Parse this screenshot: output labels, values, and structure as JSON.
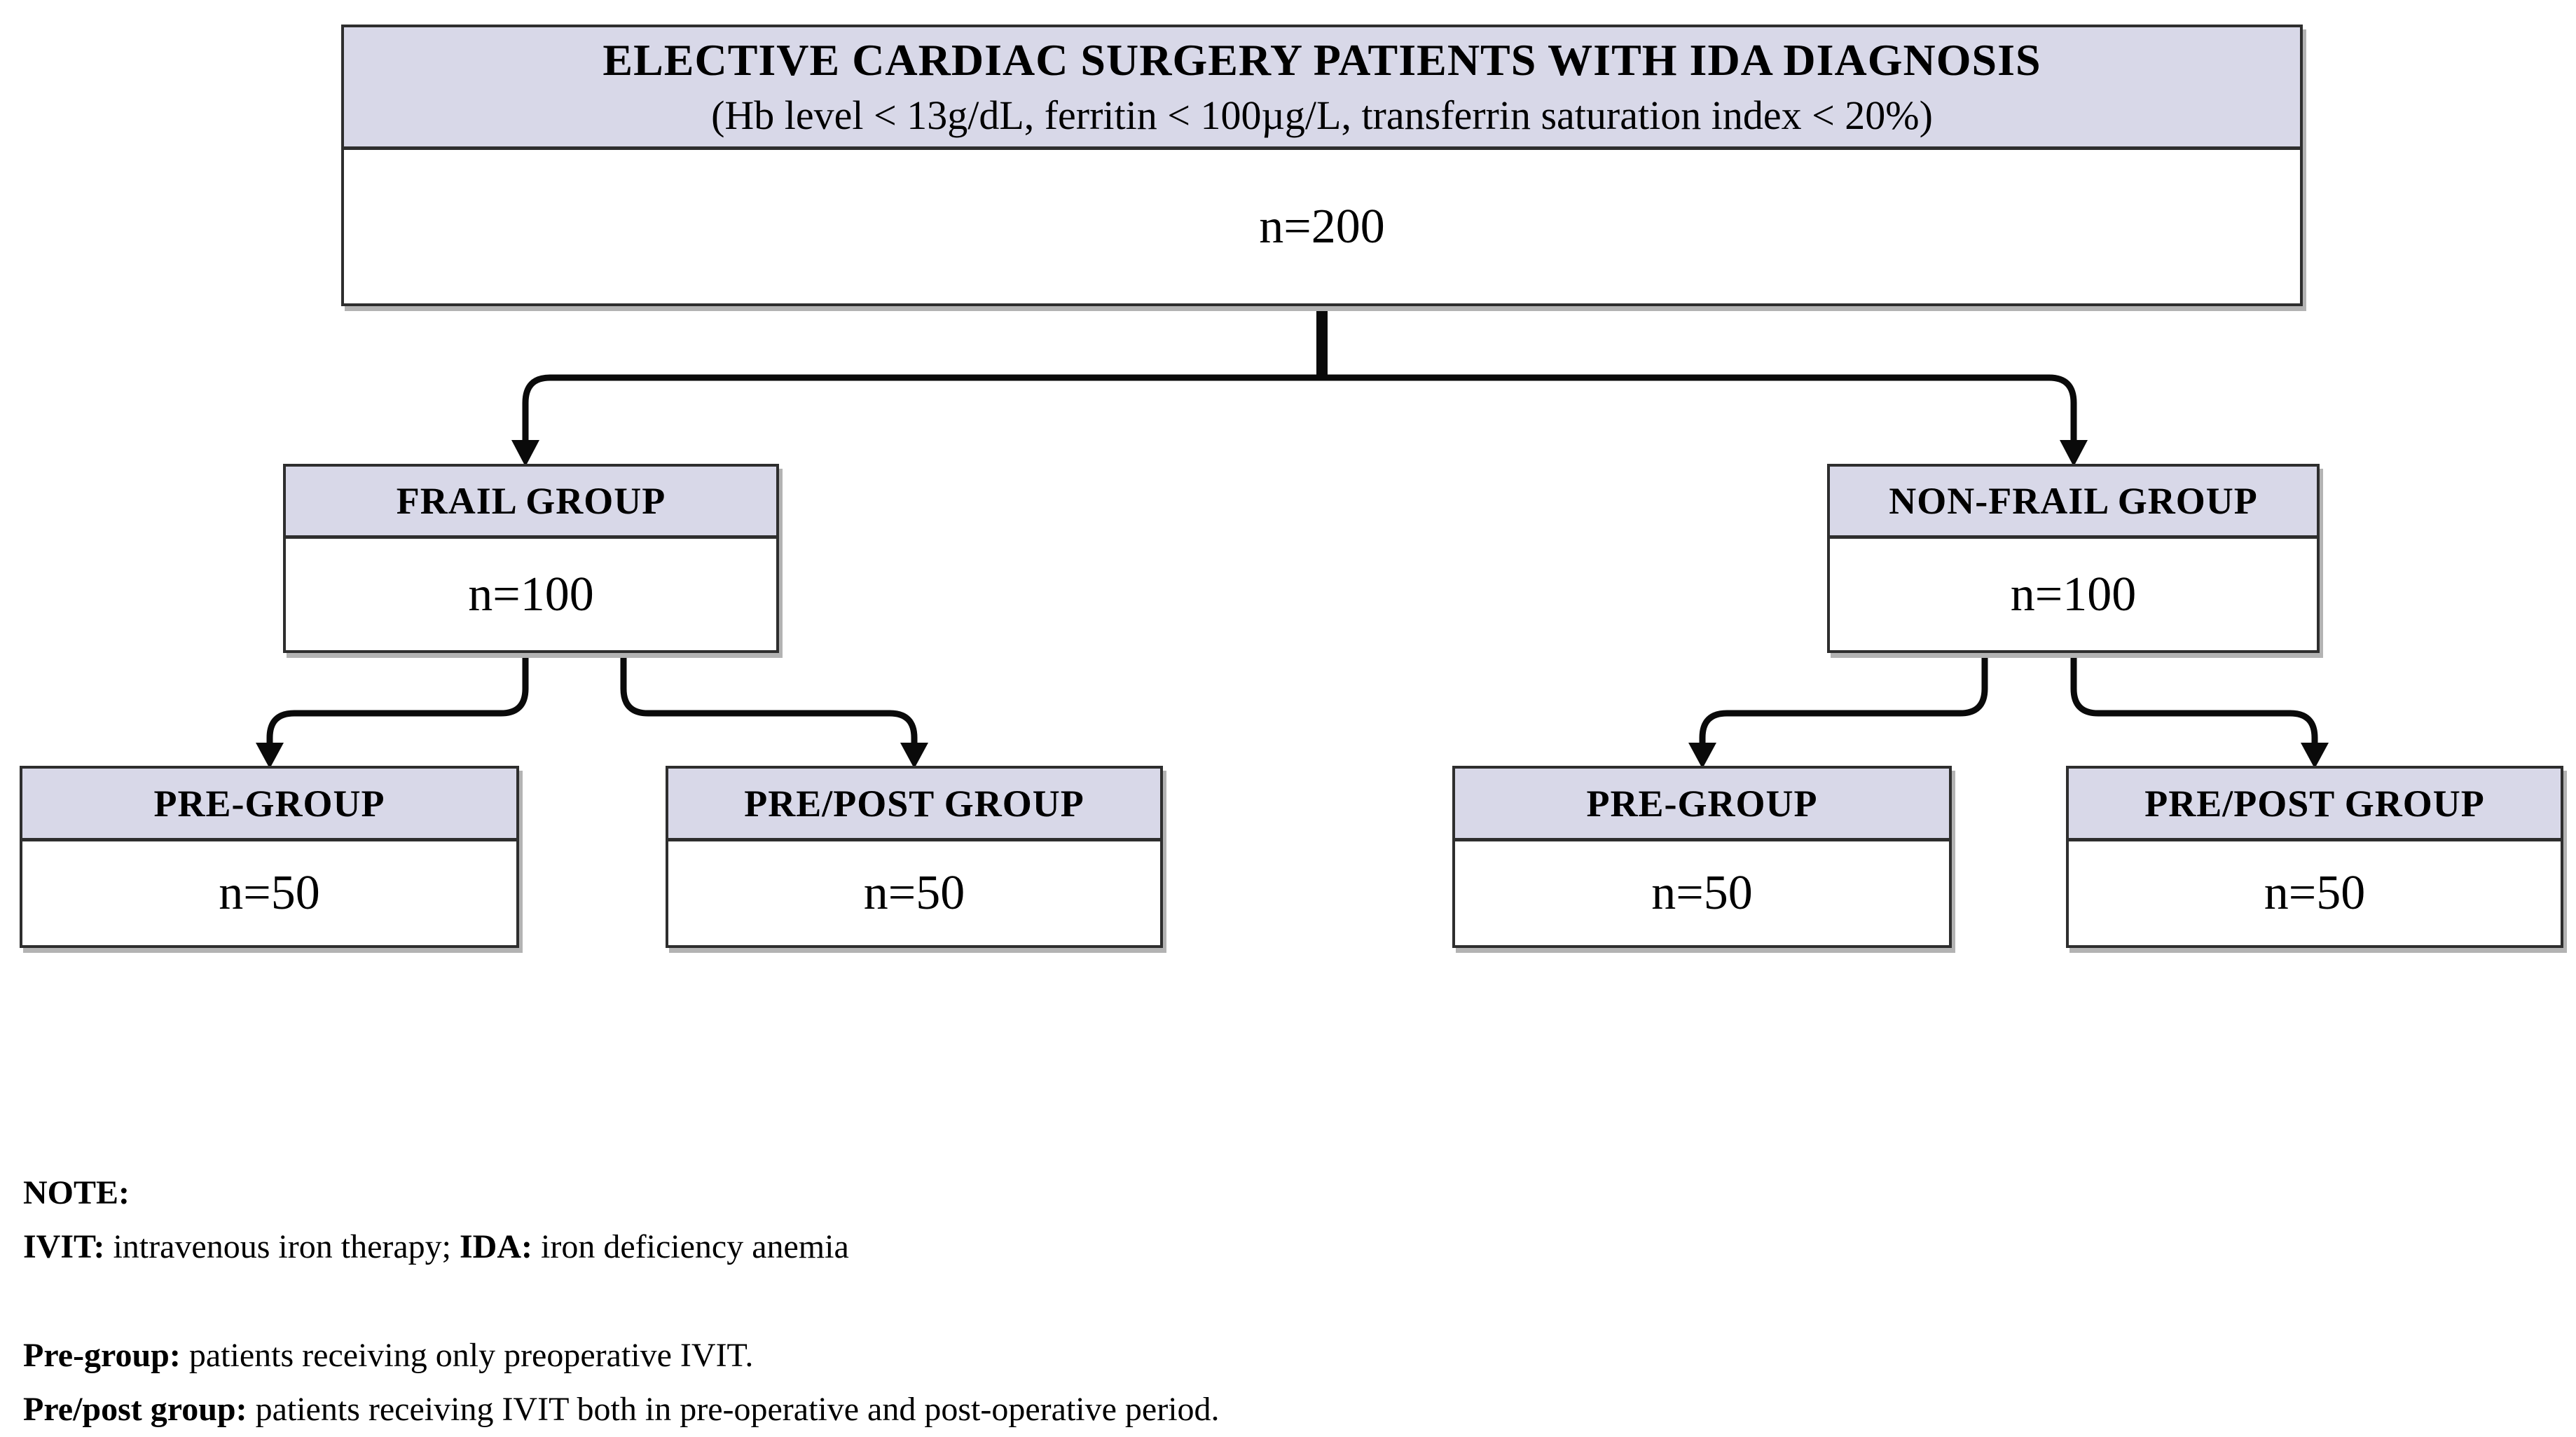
{
  "figure": {
    "root": {
      "title": "ELECTIVE CARDIAC SURGERY PATIENTS WITH IDA DIAGNOSIS",
      "subtitle": "(Hb level < 13g/dL, ferritin < 100µg/L, transferrin saturation index < 20%)",
      "count": "n=200"
    },
    "branches": [
      {
        "label": "FRAIL GROUP",
        "count": "n=100"
      },
      {
        "label": "NON-FRAIL GROUP",
        "count": "n=100"
      }
    ],
    "subgroups": [
      {
        "label": "PRE-GROUP",
        "count": "n=50"
      },
      {
        "label": "PRE/POST GROUP",
        "count": "n=50"
      },
      {
        "label": "PRE-GROUP",
        "count": "n=50"
      },
      {
        "label": "PRE/POST GROUP",
        "count": "n=50"
      }
    ]
  },
  "notes": {
    "heading": "NOTE:",
    "abbreviations": {
      "term1": "IVIT:",
      "def1": " intravenous iron therapy; ",
      "term2": "IDA:",
      "def2": " iron deficiency anemia"
    },
    "pre_group": {
      "term": "Pre-group:",
      "def": " patients receiving only preoperative IVIT."
    },
    "pre_post_group": {
      "term": "Pre/post group:",
      "def": " patients receiving IVIT both in pre-operative and post-operative period."
    }
  },
  "colors": {
    "header_fill": "#d8d8e8",
    "box_border": "#2e2e2e",
    "box_shadow": "#b3b3b3",
    "line": "#0a0a0a",
    "background": "#ffffff",
    "text": "#000000"
  }
}
